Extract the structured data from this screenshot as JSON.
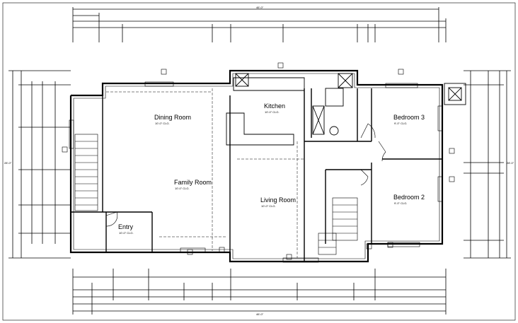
{
  "rooms": {
    "kitchen": "Kitchen",
    "dining": "Dining Room",
    "family": "Family Room",
    "living": "Living Room",
    "bedroom3": "Bedroom 3",
    "bedroom2": "Bedroom 2",
    "entry": "Entry"
  },
  "dimensions": {
    "top_overall": "46'-0\"",
    "bottom_overall": "46'-0\"",
    "left_overall": "28'-0\"",
    "right_overall": "28'-0\""
  }
}
